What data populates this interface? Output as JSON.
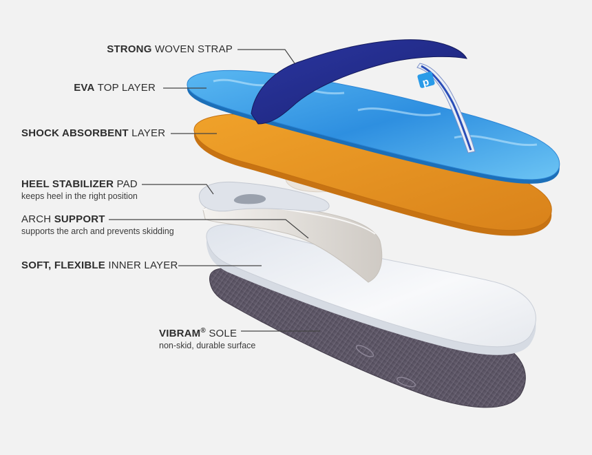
{
  "callouts": {
    "strap": {
      "bold": "STRONG",
      "rest": "WOVEN STRAP"
    },
    "eva": {
      "bold": "EVA",
      "rest": "TOP LAYER"
    },
    "shock": {
      "bold": "SHOCK ABSORBENT",
      "rest": "LAYER"
    },
    "heel": {
      "bold": "HEEL STABILIZER",
      "rest": "PAD",
      "sub": "keeps heel in the right position"
    },
    "arch": {
      "pre": "ARCH",
      "bold": "SUPPORT",
      "sub": "supports the arch and prevents skidding"
    },
    "inner": {
      "bold": "SOFT, FLEXIBLE",
      "rest": "INNER LAYER"
    },
    "sole": {
      "bold": "VIBRAM",
      "reg": "®",
      "rest": "SOLE",
      "sub": "non-skid, durable surface"
    }
  },
  "strap_logo": "p",
  "colors": {
    "background": "#f2f2f2",
    "strap": "#1f2a8a",
    "eva": "#3aa3e6",
    "shock": "#e2901d",
    "heel_pad": "#e4e8ee",
    "arch": "#e9e6e2",
    "inner": "#eef1f6",
    "sole": "#5b5563",
    "text": "#2e2e2e"
  }
}
